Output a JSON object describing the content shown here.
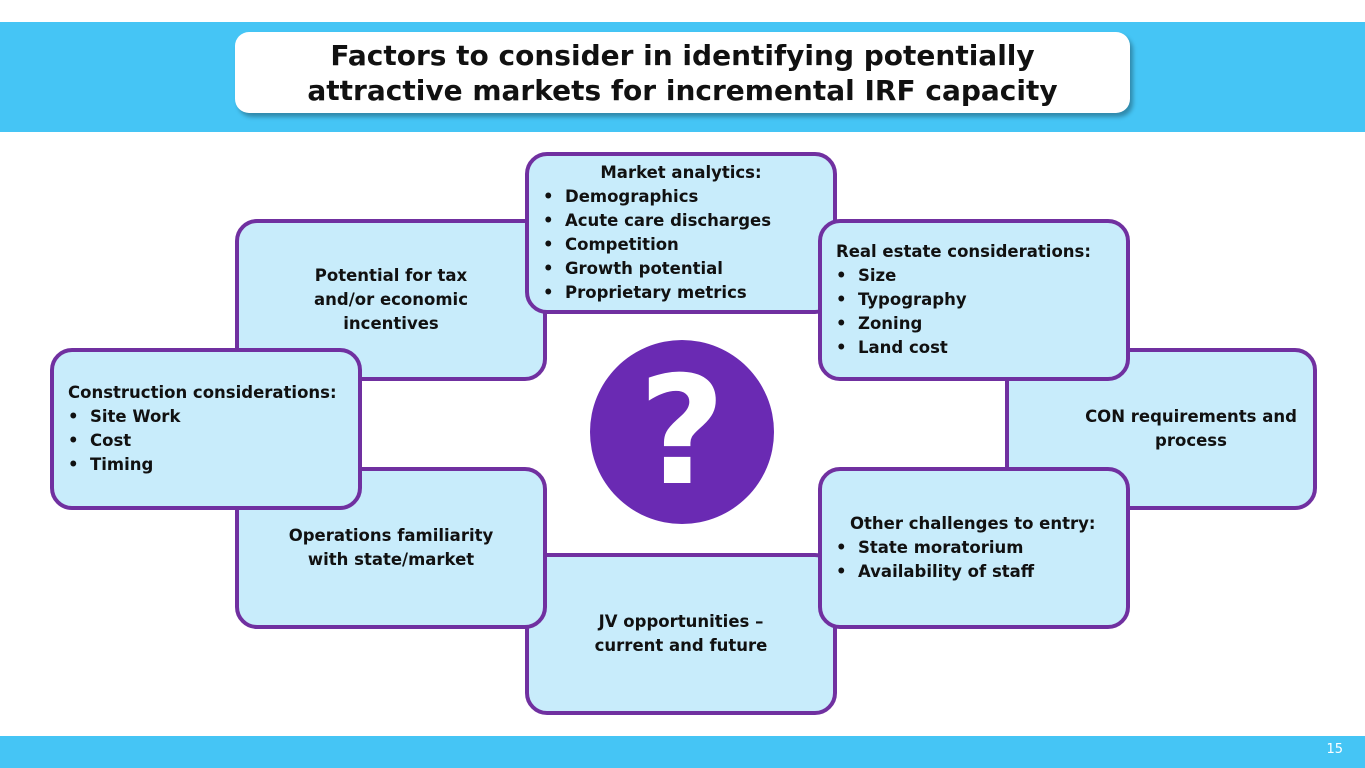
{
  "title": "Factors to consider in identifying potentially attractive markets for incremental IRF capacity",
  "page_number": "15",
  "center_icon": "question-mark",
  "center_symbol": "?",
  "colors": {
    "band": "#45c5f5",
    "box_fill": "#c8ecfb",
    "box_border": "#7030a0",
    "circle": "#6a2ab3"
  },
  "boxes": {
    "potential": {
      "text": "Potential for tax and/or economic incentives"
    },
    "market": {
      "head": "Market analytics:",
      "items": [
        "Demographics",
        "Acute care discharges",
        "Competition",
        "Growth potential",
        "Proprietary metrics"
      ]
    },
    "real_estate": {
      "head": "Real estate considerations:",
      "items": [
        "Size",
        "Typography",
        "Zoning",
        "Land cost"
      ]
    },
    "construction": {
      "head": "Construction considerations:",
      "items": [
        "Site Work",
        "Cost",
        "Timing"
      ]
    },
    "con": {
      "text": "CON requirements and process"
    },
    "operations": {
      "text": "Operations familiarity with state/market"
    },
    "jv": {
      "text": "JV opportunities – current and future"
    },
    "other": {
      "head": "Other challenges to entry:",
      "items": [
        "State moratorium",
        "Availability of staff"
      ]
    }
  }
}
